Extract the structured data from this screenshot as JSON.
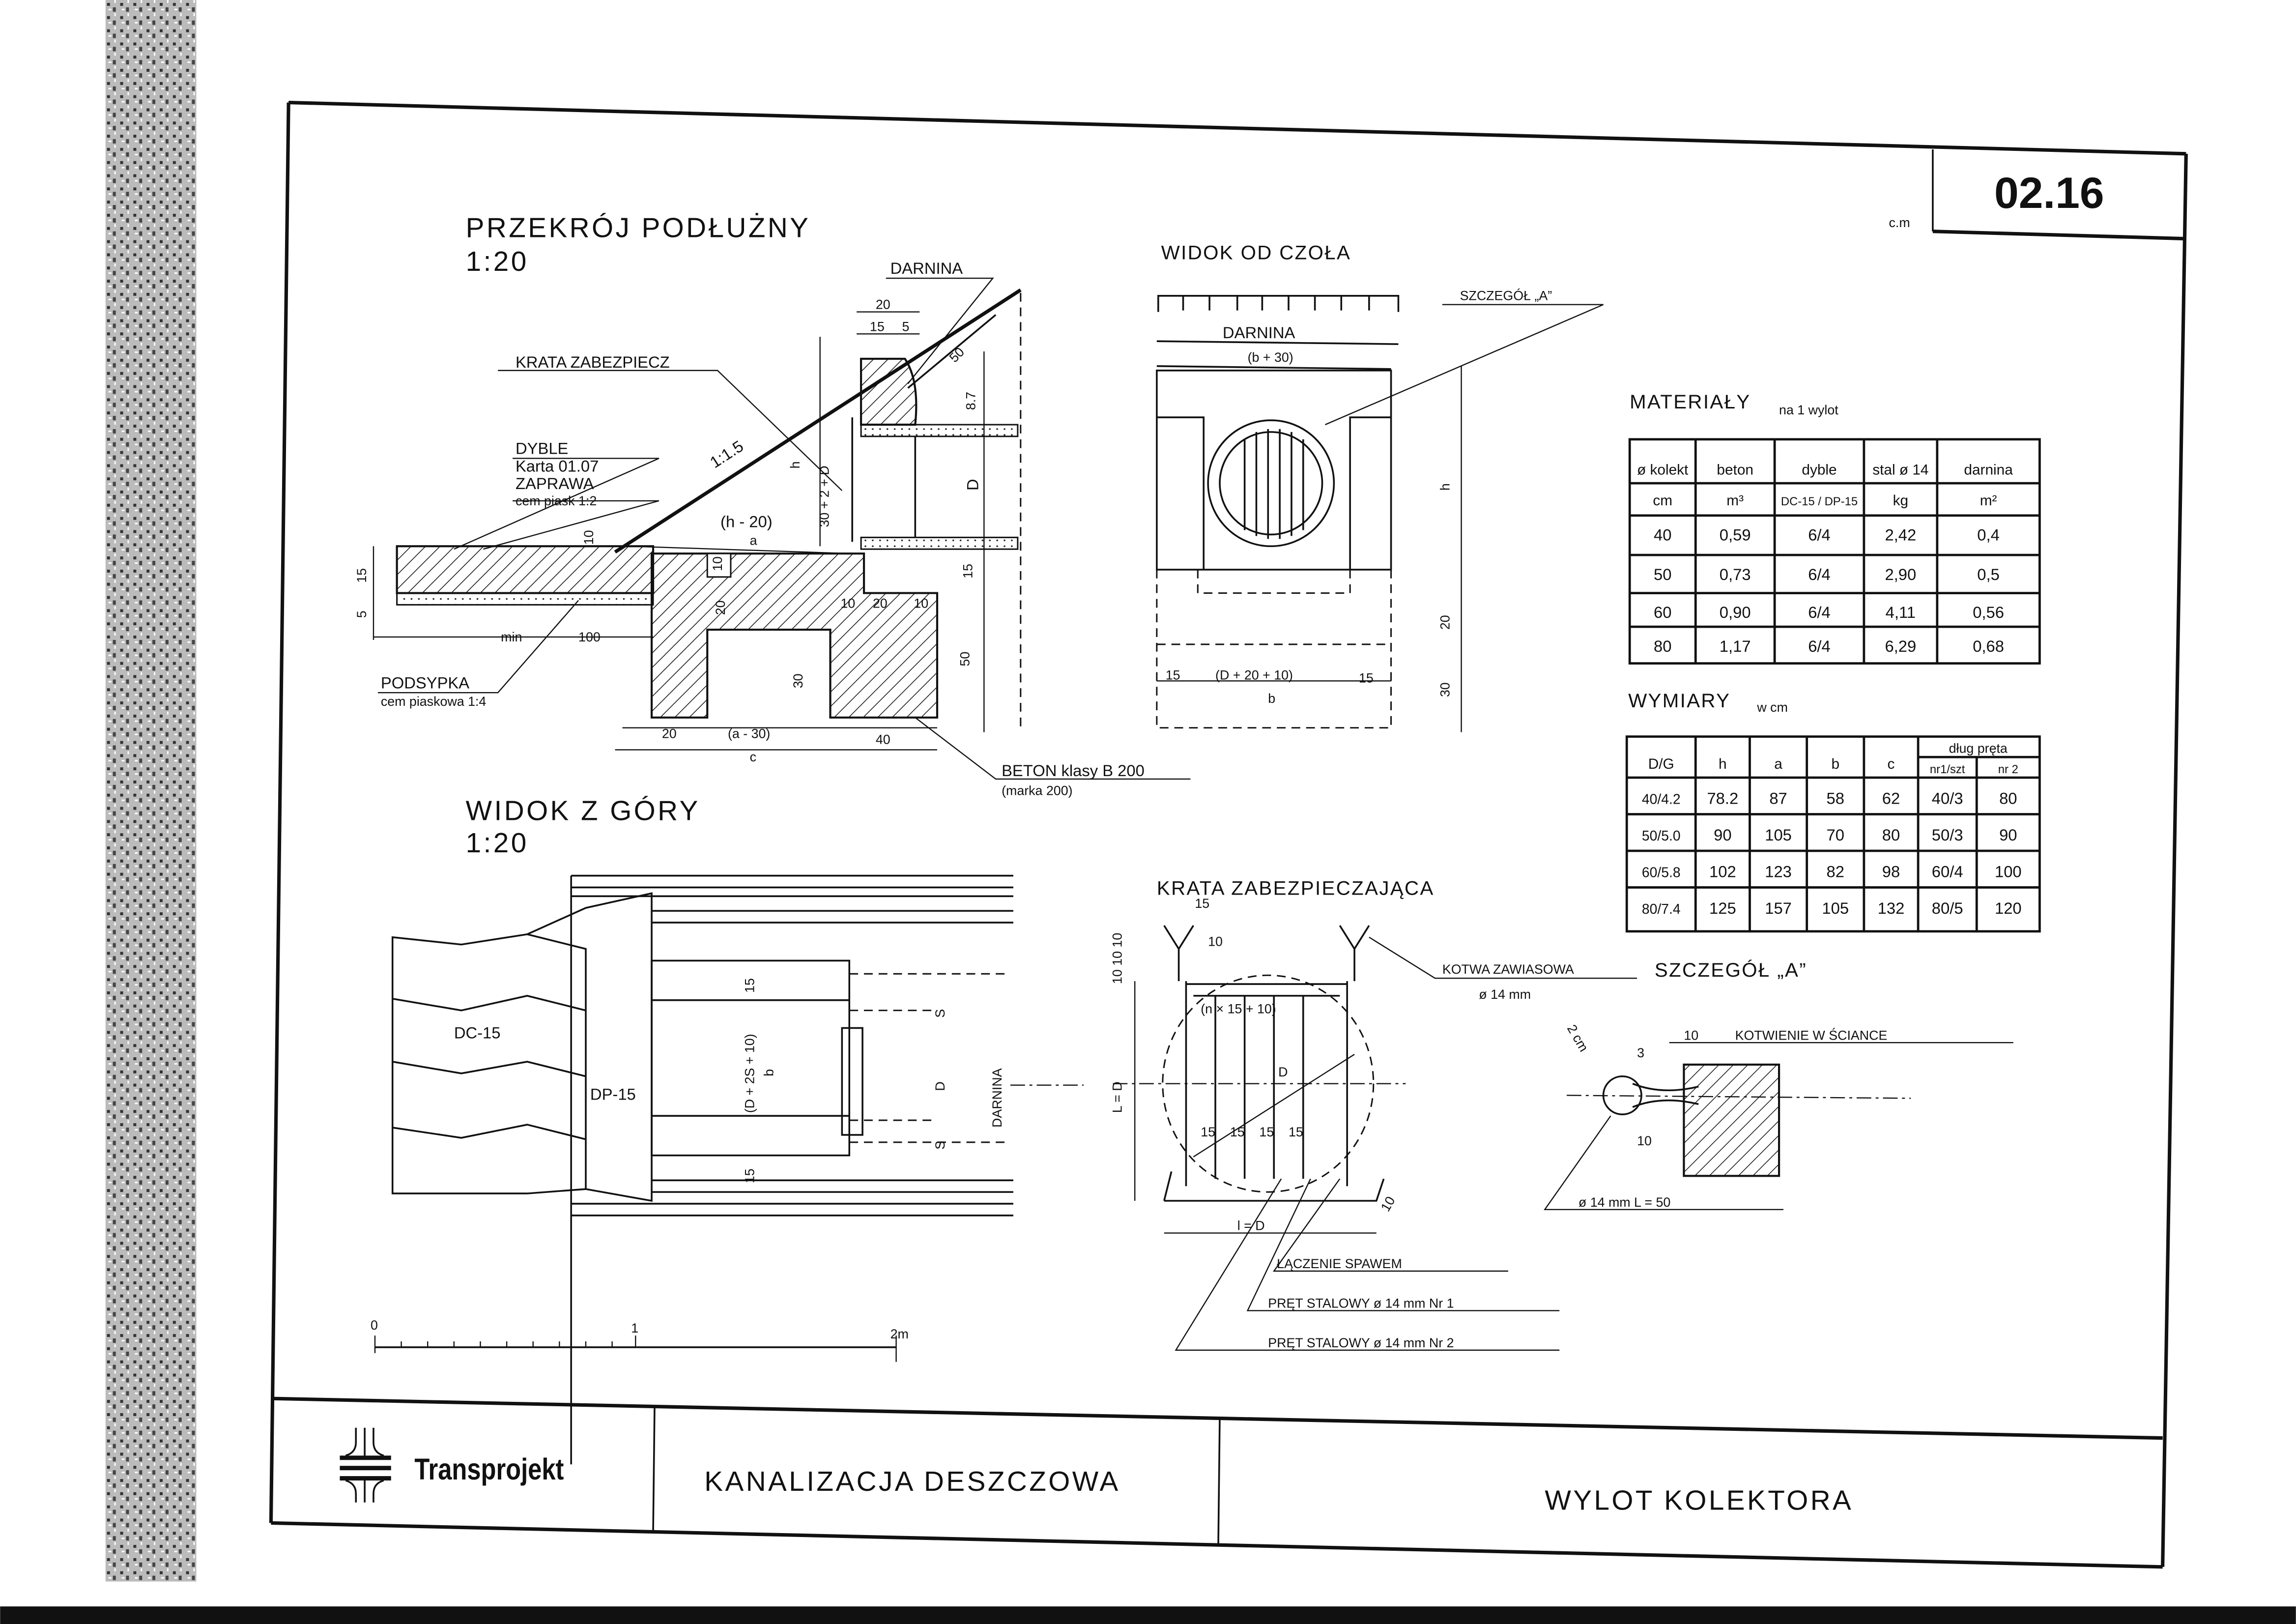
{
  "sheet": {
    "number": "02.16",
    "number_prefix": "c.m"
  },
  "section": {
    "title": "PRZEKRÓJ PODŁUŻNY",
    "scale": "1:20",
    "labels": {
      "darnina": "DARNINA",
      "krata": "KRATA ZABEZPIECZ",
      "dyble": "DYBLE",
      "karta": "Karta 01.07",
      "zaprawa": "ZAPRAWA",
      "zaprawa_mix": "cem piask 1:2",
      "podsypka": "PODSYPKA",
      "podsypka_mix": "cem piaskowa 1:4",
      "beton": "BETON klasy B 200",
      "beton_marka": "(marka 200)",
      "slope": "1:1.5",
      "h20": "(h - 20)",
      "a": "a",
      "c": "c",
      "h": "h",
      "hd": "30 + 2 + D",
      "D": "D",
      "min": "min",
      "d100": "100",
      "d15l": "15",
      "d5l": "5",
      "d10": "10",
      "d10b": "10",
      "d20v": "20",
      "d30": "30",
      "d50": "50",
      "d15r": "15",
      "d87": "8.7",
      "d20t": "20",
      "d15t": "15",
      "d5t": "5",
      "d50s": "50",
      "d20b": "20",
      "da30": "(a - 30)",
      "d40": "40",
      "d10c": "10",
      "d20c": "20",
      "d10d": "10"
    }
  },
  "front_view": {
    "title": "WIDOK OD CZOŁA",
    "darnina": "DARNINA",
    "b30": "(b + 30)",
    "detail_ref": "SZCZEGÓŁ „A”",
    "h": "h",
    "d20": "20",
    "d30": "30",
    "d15a": "15",
    "d15b": "15",
    "dd": "(D + 20 + 10)",
    "b": "b"
  },
  "top_view": {
    "title": "WIDOK Z GÓRY",
    "scale": "1:20",
    "dc15": "DC-15",
    "dp15": "DP-15",
    "d15a": "15",
    "d15b": "15",
    "ddb": "(D + 2S + 10)",
    "b": "b",
    "D": "D",
    "s1": "S",
    "s2": "S",
    "darnina": "DARNINA"
  },
  "scale_bar": {
    "ticks": [
      "0",
      "1",
      "2m"
    ]
  },
  "grate": {
    "title": "KRATA ZABEZPIECZAJĄCA",
    "anchor": "KOTWA ZAWIASOWA",
    "anchor_dia": "ø 14 mm",
    "d15": "15",
    "d10": "10",
    "d101010": "10 10 10",
    "n15": "(n × 15 + 10)",
    "D": "D",
    "LD": "L = D",
    "lD": "l = D",
    "bars": [
      "15",
      "15",
      "15",
      "15"
    ],
    "d10b": "10",
    "weld": "ŁĄCZENIE SPAWEM",
    "bar1": "PRĘT STALOWY ø 14 mm  Nr 1",
    "bar2": "PRĘT STALOWY ø 14 mm  Nr 2"
  },
  "detail_a": {
    "title": "SZCZEGÓŁ „A”",
    "wall": "KOTWIENIE W ŚCIANCE",
    "d10": "10",
    "d3": "3",
    "d2cm": "2 cm",
    "d10b": "10",
    "rod": "ø 14 mm   L = 50"
  },
  "materials": {
    "title": "MATERIAŁY",
    "subtitle": "na 1 wylot",
    "headers": [
      "ø kolekt",
      "beton",
      "dyble",
      "stal ø 14",
      "darnina"
    ],
    "units": [
      "cm",
      "m³",
      "DC-15 / DP-15",
      "kg",
      "m²"
    ],
    "rows": [
      [
        "40",
        "0,59",
        "6/4",
        "2,42",
        "0,4"
      ],
      [
        "50",
        "0,73",
        "6/4",
        "2,90",
        "0,5"
      ],
      [
        "60",
        "0,90",
        "6/4",
        "4,11",
        "0,56"
      ],
      [
        "80",
        "1,17",
        "6/4",
        "6,29",
        "0,68"
      ]
    ]
  },
  "dimensions": {
    "title": "WYMIARY",
    "subtitle": "w cm",
    "headers": [
      "D/G",
      "h",
      "a",
      "b",
      "c",
      "dług pręta"
    ],
    "subheaders": [
      "nr1/szt",
      "nr 2"
    ],
    "rows": [
      [
        "40/4.2",
        "78.2",
        "87",
        "58",
        "62",
        "40/3",
        "80"
      ],
      [
        "50/5.0",
        "90",
        "105",
        "70",
        "80",
        "50/3",
        "90"
      ],
      [
        "60/5.8",
        "102",
        "123",
        "82",
        "98",
        "60/4",
        "100"
      ],
      [
        "80/7.4",
        "125",
        "157",
        "105",
        "132",
        "80/5",
        "120"
      ]
    ]
  },
  "title_block": {
    "company": "Transprojekt",
    "project": "KANALIZACJA DESZCZOWA",
    "drawing": "WYLOT KOLEKTORA"
  }
}
